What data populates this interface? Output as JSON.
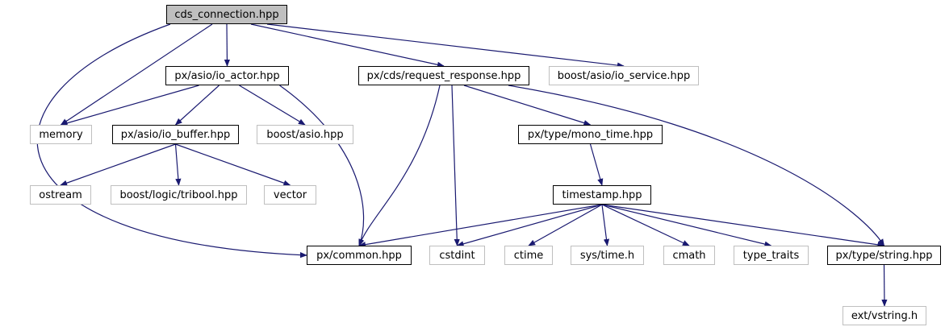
{
  "colors": {
    "edge": "#191970",
    "root_fill": "#bfbfbf",
    "external_border": "#bfbfbf",
    "internal_border": "#000000"
  },
  "graph": {
    "nodes": {
      "root": {
        "label": "cds_connection.hpp",
        "kind": "root"
      },
      "io_actor": {
        "label": "px/asio/io_actor.hpp",
        "kind": "internal"
      },
      "request_response": {
        "label": "px/cds/request_response.hpp",
        "kind": "internal"
      },
      "io_service": {
        "label": "boost/asio/io_service.hpp",
        "kind": "external"
      },
      "memory": {
        "label": "memory",
        "kind": "external"
      },
      "io_buffer": {
        "label": "px/asio/io_buffer.hpp",
        "kind": "internal"
      },
      "boost_asio": {
        "label": "boost/asio.hpp",
        "kind": "external"
      },
      "mono_time": {
        "label": "px/type/mono_time.hpp",
        "kind": "internal"
      },
      "ostream": {
        "label": "ostream",
        "kind": "external"
      },
      "tribool": {
        "label": "boost/logic/tribool.hpp",
        "kind": "external"
      },
      "vector": {
        "label": "vector",
        "kind": "external"
      },
      "timestamp": {
        "label": "timestamp.hpp",
        "kind": "internal"
      },
      "common": {
        "label": "px/common.hpp",
        "kind": "internal"
      },
      "cstdint": {
        "label": "cstdint",
        "kind": "external"
      },
      "ctime": {
        "label": "ctime",
        "kind": "external"
      },
      "systime": {
        "label": "sys/time.h",
        "kind": "external"
      },
      "cmath": {
        "label": "cmath",
        "kind": "external"
      },
      "type_traits": {
        "label": "type_traits",
        "kind": "external"
      },
      "string": {
        "label": "px/type/string.hpp",
        "kind": "internal"
      },
      "vstring": {
        "label": "ext/vstring.h",
        "kind": "external"
      }
    },
    "edges": [
      [
        "root",
        "memory"
      ],
      [
        "root",
        "io_actor"
      ],
      [
        "root",
        "request_response"
      ],
      [
        "root",
        "io_service"
      ],
      [
        "root",
        "common"
      ],
      [
        "io_actor",
        "memory"
      ],
      [
        "io_actor",
        "io_buffer"
      ],
      [
        "io_actor",
        "boost_asio"
      ],
      [
        "io_actor",
        "common"
      ],
      [
        "io_buffer",
        "ostream"
      ],
      [
        "io_buffer",
        "tribool"
      ],
      [
        "io_buffer",
        "vector"
      ],
      [
        "request_response",
        "common"
      ],
      [
        "request_response",
        "cstdint"
      ],
      [
        "request_response",
        "mono_time"
      ],
      [
        "request_response",
        "string"
      ],
      [
        "mono_time",
        "timestamp"
      ],
      [
        "timestamp",
        "common"
      ],
      [
        "timestamp",
        "cstdint"
      ],
      [
        "timestamp",
        "ctime"
      ],
      [
        "timestamp",
        "systime"
      ],
      [
        "timestamp",
        "cmath"
      ],
      [
        "timestamp",
        "type_traits"
      ],
      [
        "timestamp",
        "string"
      ],
      [
        "string",
        "vstring"
      ]
    ]
  }
}
